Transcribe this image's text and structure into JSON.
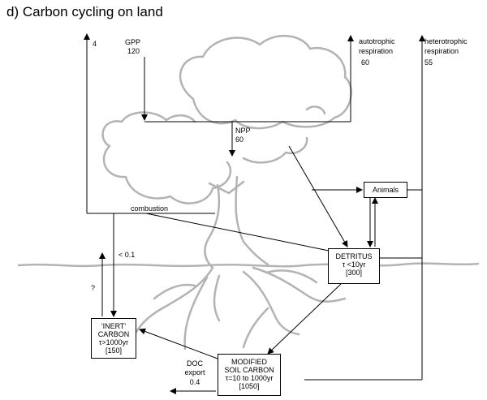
{
  "title": "d) Carbon cycling on land",
  "colors": {
    "tree": "#b3b3b3",
    "line": "#000000"
  },
  "fluxes": {
    "fossil": "4",
    "gpp_label": "GPP",
    "gpp_value": "120",
    "autotrophic_label_1": "autotrophic",
    "autotrophic_label_2": "respiration",
    "autotrophic_value": "60",
    "heterotrophic_label_1": "heterotrophic",
    "heterotrophic_label_2": "respiration",
    "heterotrophic_value": "55",
    "npp_label": "NPP",
    "npp_value": "60",
    "combustion": "combustion",
    "inert_flux": "< 0.1",
    "unknown": "?",
    "doc_1": "DOC",
    "doc_2": "export",
    "doc_value": "0.4"
  },
  "boxes": {
    "animals": "Animals",
    "detritus": {
      "line1": "DETRITUS",
      "line2": "τ <10yr",
      "line3": "[300]"
    },
    "inert": {
      "line1": "'INERT'",
      "line2": "CARBON",
      "line3": "τ>1000yr",
      "line4": "[150]"
    },
    "modified": {
      "line1": "MODIFIED",
      "line2": "SOIL CARBON",
      "line3": "τ=10 to 1000yr",
      "line4": "[1050]"
    }
  }
}
